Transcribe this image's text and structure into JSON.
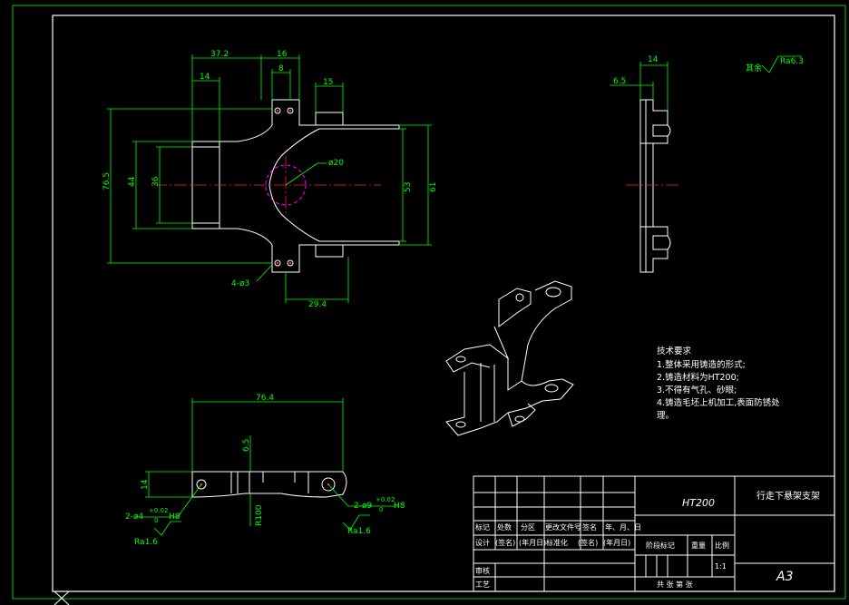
{
  "drawing": {
    "dimensions": {
      "d_37_2": "37.2",
      "d_16": "16",
      "d_14_top": "14",
      "d_8": "8",
      "d_15": "15",
      "d_76_5": "76.5",
      "d_44": "44",
      "d_36": "36",
      "d_53": "53",
      "d_61": "61",
      "d_phi20": "ø20",
      "d_4phi3": "4-ø3",
      "d_29_4": "29.4",
      "d_side_14": "14",
      "d_side_6_5": "6.5",
      "d_76_4": "76.4",
      "d_bottom_6_5": "6.5",
      "d_bottom_14": "14",
      "d_r100": "R100",
      "d_phi4": "2-ø4",
      "d_phi4_tol_up": "+0.02",
      "d_phi4_tol_low": "0",
      "d_phi4_fit": "H8",
      "d_phi9": "2-ø9",
      "d_phi9_tol_up": "+0.02",
      "d_phi9_tol_low": "0",
      "d_phi9_fit": "H8",
      "ra_left": "Ra1.6",
      "ra_right": "Ra1.6",
      "ra_general": "Ra6.3",
      "ra_general_prefix": "其余"
    },
    "tech_requirements": {
      "title": "技术要求",
      "line1": "1.整体采用铸造的形式;",
      "line2": "2.铸造材料为HT200;",
      "line3": "3.不得有气孔、砂眼;",
      "line4": "4.铸造毛坯上机加工,表面防锈处",
      "line5": "理。"
    },
    "title_block": {
      "material": "HT200",
      "part_name": "行走下悬架支架",
      "sheet_size": "A3",
      "scale": "1:1",
      "h_mark": "标记",
      "h_count": "处数",
      "h_zone": "分区",
      "h_docno": "更改文件号",
      "h_sign": "签名",
      "h_date": "年、月、日",
      "h_design": "设计",
      "h_sign2": "(签名)",
      "h_ymd": "(年月日)",
      "h_std": "标准化",
      "h_sign3": "(签名)",
      "h_ymd2": "(年月日)",
      "h_stage": "阶段标记",
      "h_weight": "重量",
      "h_ratio": "比例",
      "h_review": "审核",
      "h_process": "工艺",
      "h_sheets": "共  张  第  张"
    }
  }
}
